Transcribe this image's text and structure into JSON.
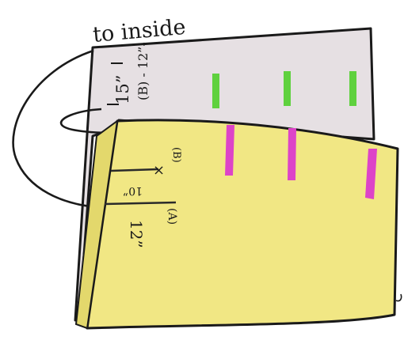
{
  "diagram": {
    "caption": "to inside",
    "back_panel": {
      "measure_b": "(B) - 12”-",
      "measure_15": "15”",
      "color": "#e6e0e3",
      "tab_color": "#5fd13e"
    },
    "front_panel": {
      "label_b": "(B)",
      "label_a": "(A)",
      "measure_10": "10”",
      "measure_12": "12”",
      "color": "#f1e784",
      "tab_color": "#dd44c8"
    }
  }
}
